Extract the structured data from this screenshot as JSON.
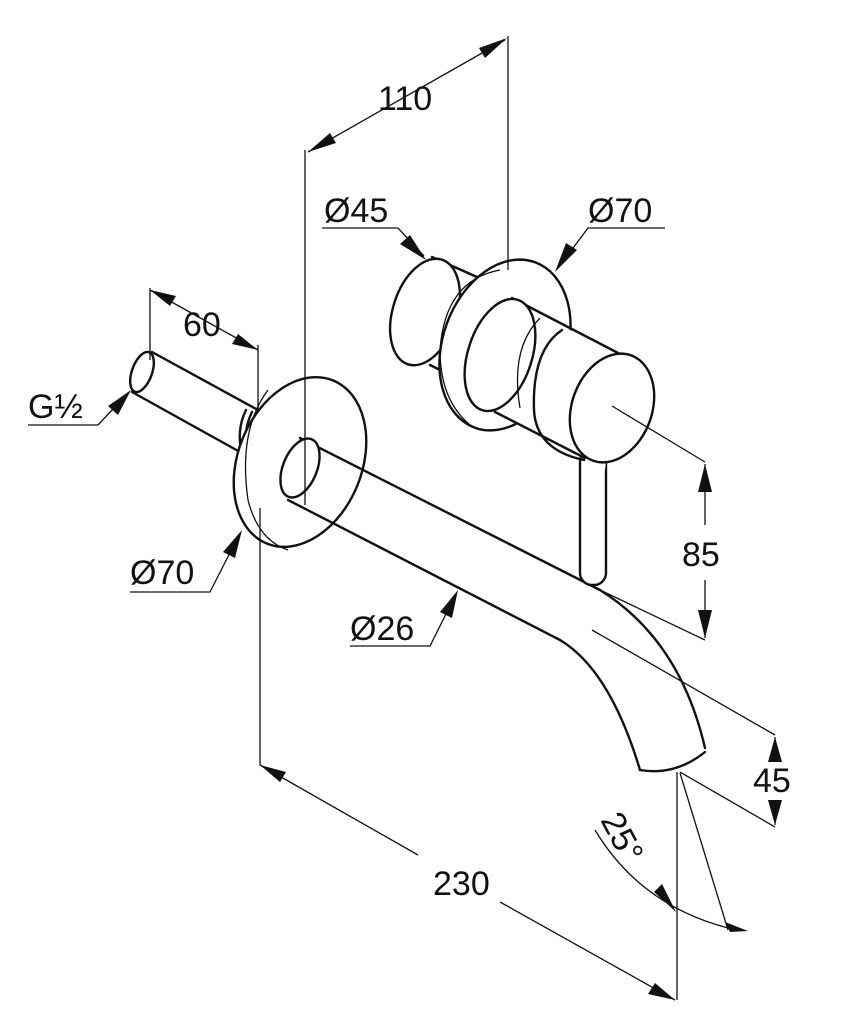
{
  "title": "Wall-mounted basin mixer dimension drawing",
  "dimensions": {
    "depth_valve": "110",
    "valve_knob_diameter": "Ø45",
    "valve_rosette_diameter": "Ø70",
    "connector_length": "60",
    "thread": "G½",
    "spout_rosette_diameter": "Ø70",
    "spout_diameter": "Ø26",
    "height_offset": "85",
    "outlet_height": "45",
    "outlet_angle": "25°",
    "spout_projection": "230"
  }
}
